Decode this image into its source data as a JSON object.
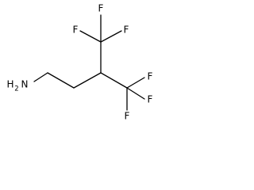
{
  "molecule": {
    "amine": {
      "symbol": "H",
      "subscript": "2",
      "element": "N"
    },
    "fluorines": {
      "f1": "F",
      "f2": "F",
      "f3": "F",
      "f4": "F",
      "f5": "F",
      "f6": "F"
    }
  }
}
